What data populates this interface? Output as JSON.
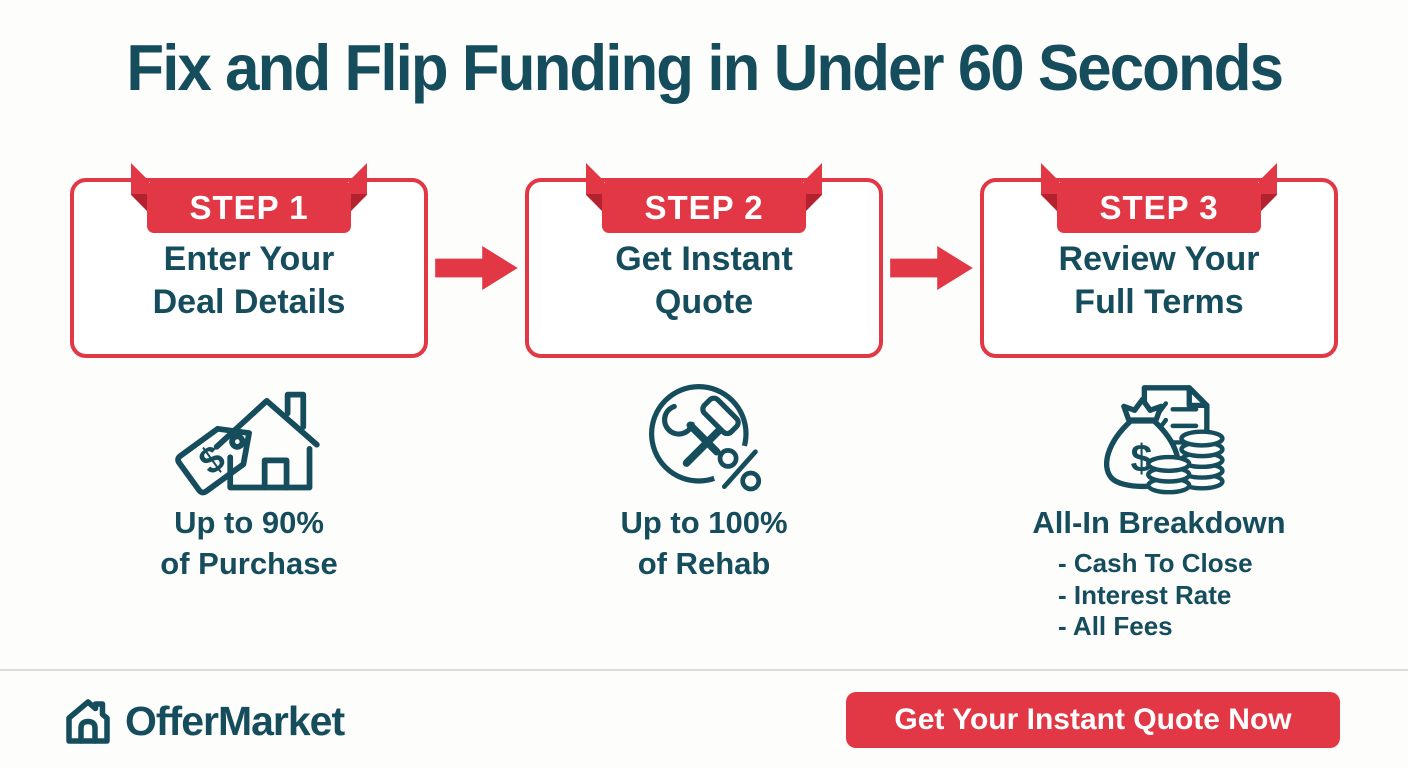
{
  "title": "Fix and Flip Funding in Under 60 Seconds",
  "steps": [
    {
      "badge": "STEP 1",
      "label": "Enter Your\nDeal Details"
    },
    {
      "badge": "STEP 2",
      "label": "Get Instant\nQuote"
    },
    {
      "badge": "STEP 3",
      "label": "Review Your\nFull Terms"
    }
  ],
  "benefits": [
    {
      "icon": "house-price-tag-icon",
      "text": "Up to 90%\nof Purchase"
    },
    {
      "icon": "tools-percent-icon",
      "text": "Up to 100%\nof Rehab"
    },
    {
      "icon": "money-breakdown-icon",
      "heading": "All-In Breakdown",
      "items": [
        "- Cash To Close",
        "- Interest Rate",
        "- All Fees"
      ]
    }
  ],
  "footer": {
    "brand": "OfferMarket",
    "cta_label": "Get Your Instant Quote Now"
  },
  "colors": {
    "teal": "#164d5d",
    "red": "#e23744",
    "red_fold": "#b22231",
    "divider": "#dfdcda",
    "background": "#fdfdfc"
  }
}
